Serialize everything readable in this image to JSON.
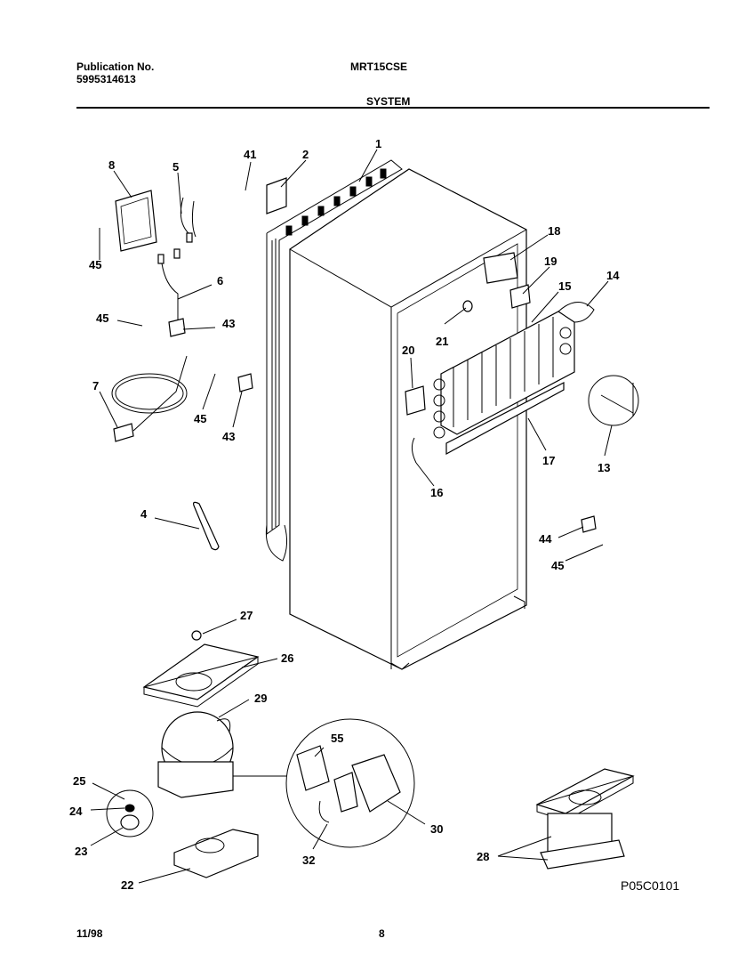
{
  "header": {
    "publication_label": "Publication No.",
    "publication_number": "5995314613",
    "model": "MRT15CSE",
    "section": "SYSTEM"
  },
  "footer": {
    "date": "11/98",
    "page": "8",
    "figure_code": "P05C0101"
  },
  "callouts": [
    "1",
    "2",
    "4",
    "5",
    "6",
    "7",
    "8",
    "13",
    "14",
    "15",
    "16",
    "17",
    "18",
    "19",
    "20",
    "21",
    "22",
    "23",
    "24",
    "25",
    "26",
    "27",
    "28",
    "29",
    "30",
    "32",
    "41",
    "43",
    "43",
    "44",
    "45",
    "45",
    "45",
    "45",
    "55"
  ]
}
